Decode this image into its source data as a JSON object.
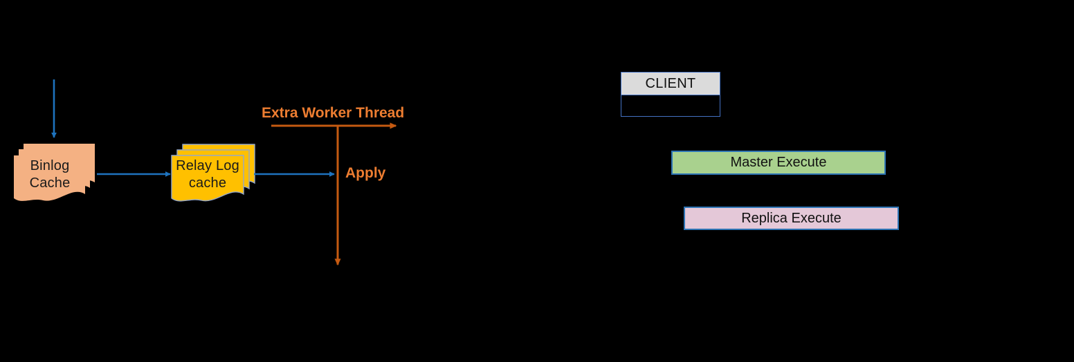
{
  "diagram": {
    "nodes": {
      "binlog_cache": {
        "label": "Binlog Cache",
        "fill": "#F4B183",
        "shape": "document-stack"
      },
      "relay_log_cache": {
        "label": "Relay Log cache",
        "fill": "#FFC000",
        "shape": "document-stack",
        "border": "#96A8C8"
      },
      "client": {
        "label": "CLIENT",
        "header_fill": "#DBDBDB",
        "border": "#4472C4",
        "rows": 2
      },
      "master_execute": {
        "label": "Master Execute",
        "fill": "#A9D18E",
        "border": "#2E75B6"
      },
      "replica_execute": {
        "label": "Replica Execute",
        "fill": "#E4C8D8",
        "border": "#2E75B6"
      }
    },
    "annotations": {
      "extra_worker_thread": {
        "label": "Extra Worker Thread",
        "color": "#ED7D31"
      },
      "apply": {
        "label": "Apply",
        "color": "#ED7D31"
      }
    },
    "arrows": {
      "into_binlog": {
        "from": "top",
        "to": "binlog_cache",
        "color": "#1E73BE"
      },
      "binlog_to_relay": {
        "from": "binlog_cache",
        "to": "relay_log_cache",
        "color": "#1E73BE"
      },
      "relay_to_apply": {
        "from": "relay_log_cache",
        "to": "apply_line",
        "color": "#1E73BE"
      },
      "extra_worker_thread": {
        "direction": "right",
        "color": "#C55A11"
      },
      "apply_flow": {
        "direction": "down",
        "color": "#C55A11"
      }
    },
    "colors": {
      "background": "#000000",
      "blue_arrow": "#1E73BE",
      "orange_arrow": "#C55A11",
      "orange_text": "#ED7D31"
    }
  }
}
